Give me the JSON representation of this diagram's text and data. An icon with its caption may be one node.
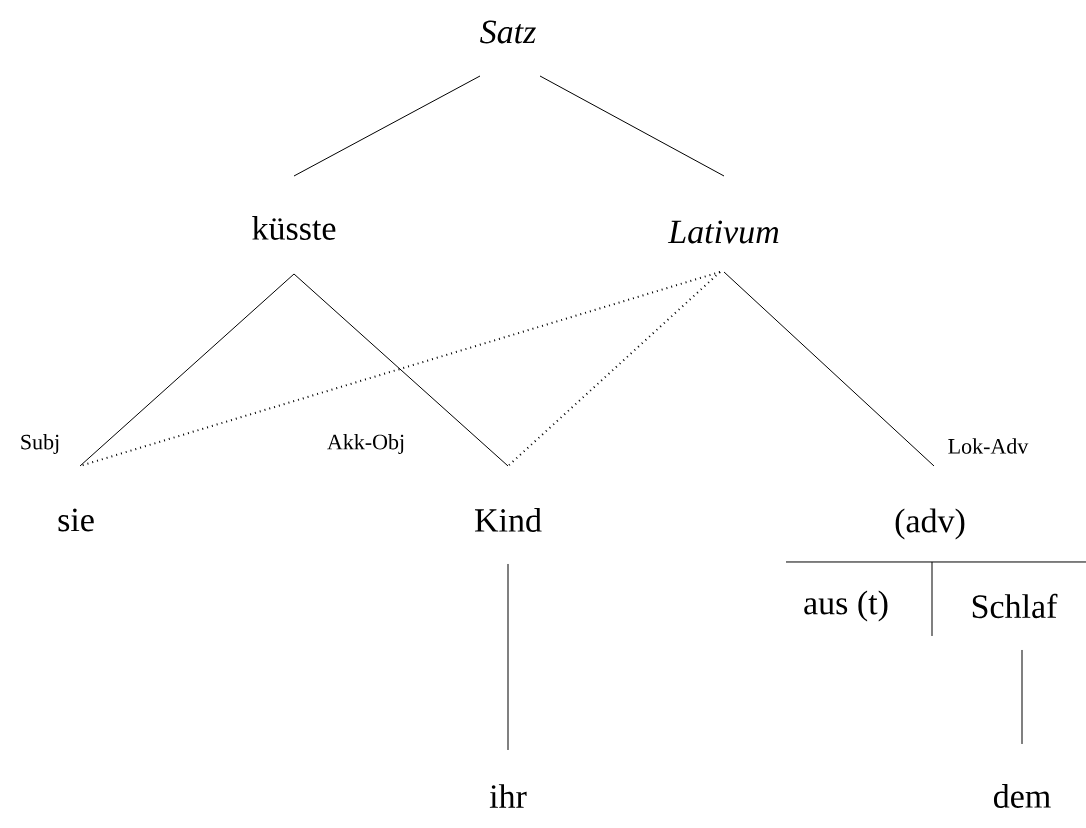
{
  "diagram": {
    "nodes": [
      {
        "text": [
          "Satz"
        ]
      },
      {
        "text": [
          "küsste"
        ]
      },
      {
        "text": [
          "Lativum"
        ]
      },
      {
        "text": [
          "sie"
        ]
      },
      {
        "text": [
          "Kind"
        ]
      },
      {
        "text": [
          "(adv)"
        ]
      },
      {
        "text": [
          "aus (t)"
        ]
      },
      {
        "text": [
          "Schlaf"
        ]
      },
      {
        "text": [
          "ihr"
        ]
      },
      {
        "text": [
          "dem"
        ]
      }
    ],
    "edges": [
      {
        "from": 0,
        "to": 1,
        "arrow": "none"
      },
      {
        "from": 0,
        "to": 2,
        "arrow": "none"
      },
      {
        "from": 1,
        "to": 3,
        "arrow": "none",
        "label": "Subj"
      },
      {
        "from": 1,
        "to": 4,
        "arrow": "none",
        "label": "Akk-Obj"
      },
      {
        "from": 2,
        "to": 3,
        "arrow": "none",
        "style": "dashed"
      },
      {
        "from": 2,
        "to": 4,
        "arrow": "none",
        "style": "dashed"
      },
      {
        "from": 2,
        "to": 5,
        "arrow": "none",
        "label": "Lok-Adv"
      },
      {
        "from": 4,
        "to": 8,
        "arrow": "none"
      },
      {
        "from": 7,
        "to": 9,
        "arrow": "none"
      }
    ]
  }
}
